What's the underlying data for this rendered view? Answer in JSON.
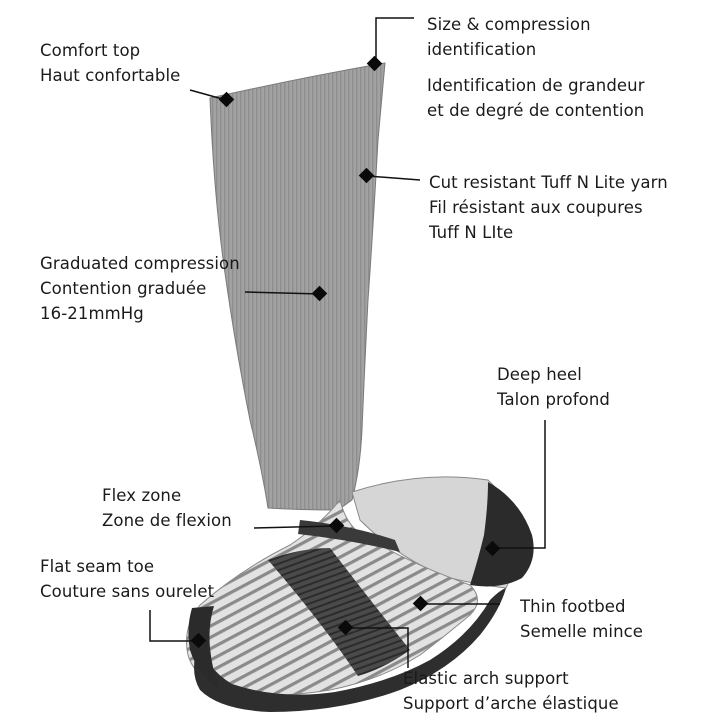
{
  "colors": {
    "sock_body": "#9c9c9c",
    "sock_light": "#d9d9d9",
    "sock_dark": "#2b2b2b",
    "leader": "#111111",
    "text": "#1a1a1a"
  },
  "callouts": {
    "size": {
      "en_1": "Size & compression",
      "en_2": "identification",
      "fr_1": "Identification de grandeur",
      "fr_2": "et de degré de contention"
    },
    "comfort": {
      "en": "Comfort top",
      "fr": "Haut confortable"
    },
    "yarn": {
      "en": "Cut resistant Tuff N Lite yarn",
      "fr_1": "Fil résistant aux coupures",
      "fr_2": "Tuff N LIte"
    },
    "graduated": {
      "en": "Graduated compression",
      "fr": "Contention graduée",
      "value": "16-21mmHg"
    },
    "heel": {
      "en": "Deep heel",
      "fr": "Talon profond"
    },
    "flex": {
      "en": "Flex zone",
      "fr": "Zone de flexion"
    },
    "toe": {
      "en": "Flat seam toe",
      "fr": "Couture sans ourelet"
    },
    "footbed": {
      "en": "Thin footbed",
      "fr": "Semelle mince"
    },
    "arch": {
      "en": "Elastic arch support",
      "fr": "Support d’arche élastique"
    }
  }
}
